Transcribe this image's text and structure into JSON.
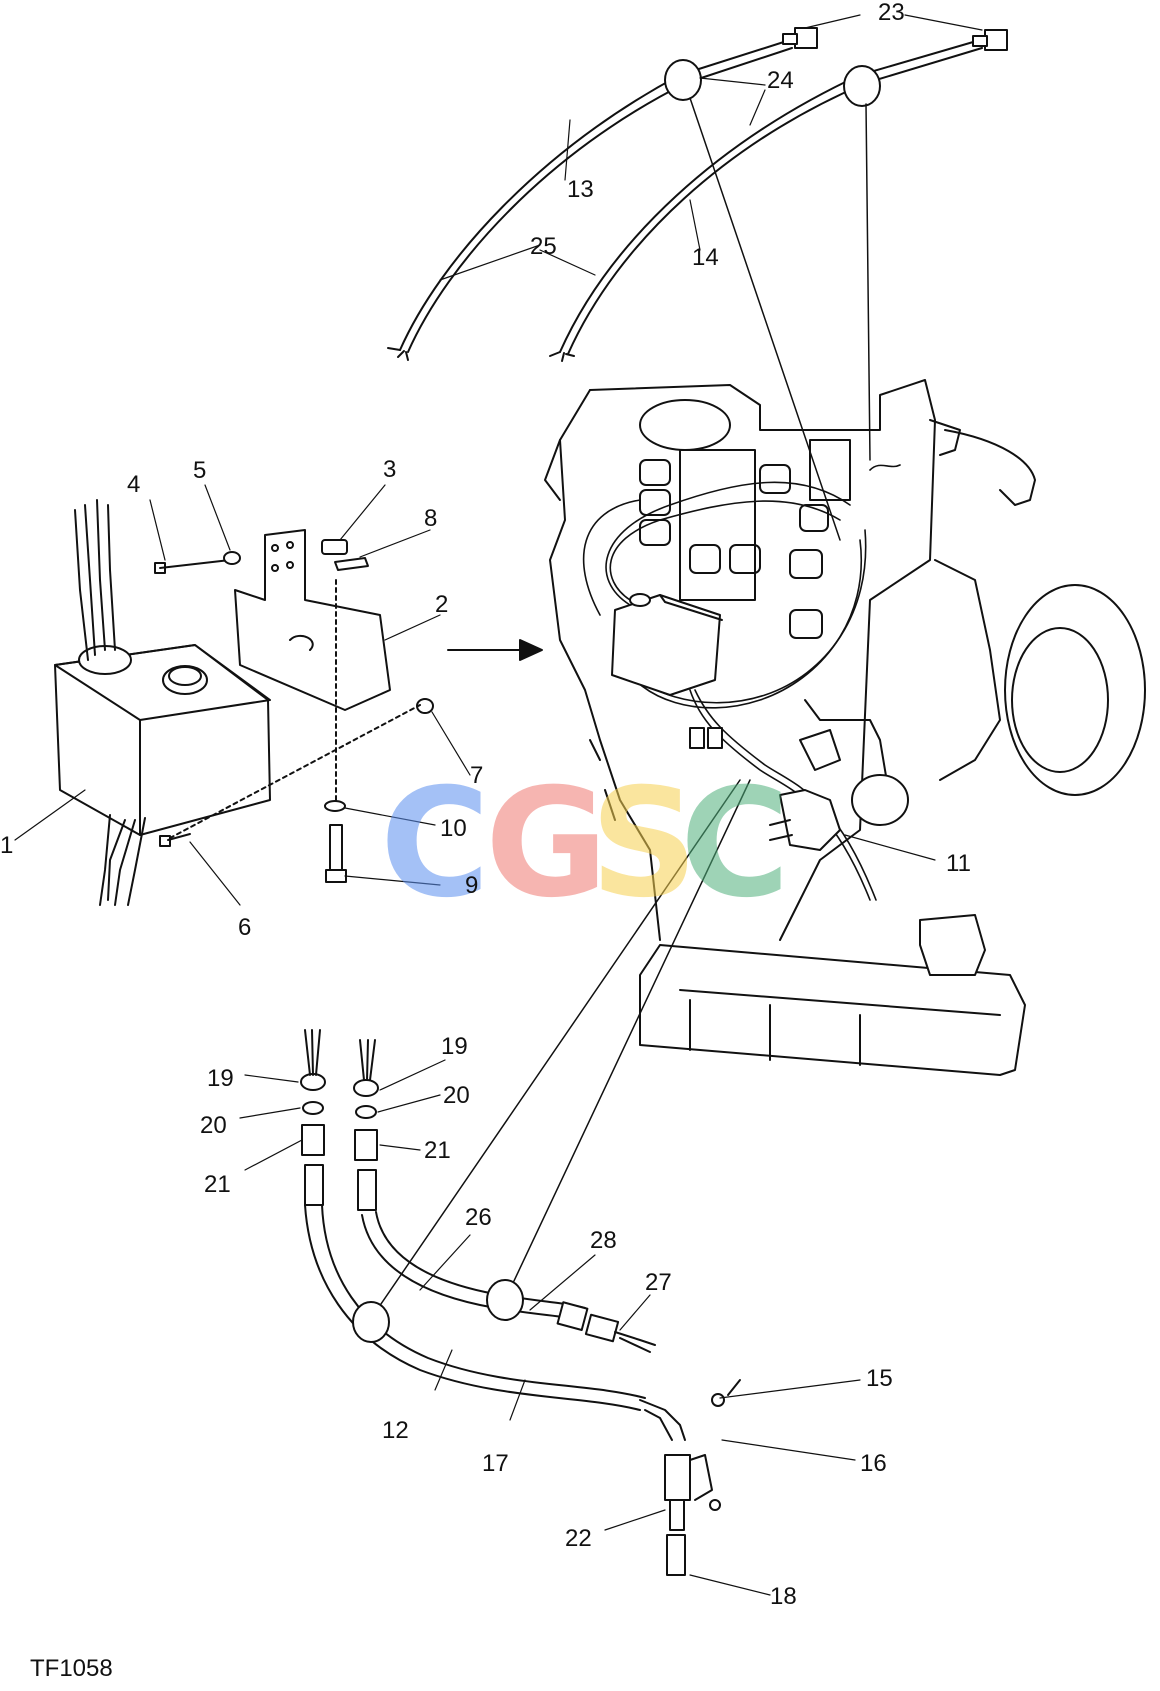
{
  "figure": {
    "code": "TF1058",
    "callouts": [
      "1",
      "2",
      "3",
      "4",
      "5",
      "6",
      "7",
      "8",
      "9",
      "10",
      "11",
      "12",
      "13",
      "14",
      "15",
      "16",
      "17",
      "18",
      "19",
      "19",
      "20",
      "20",
      "21",
      "21",
      "22",
      "23",
      "24",
      "25",
      "26",
      "27",
      "28"
    ]
  },
  "watermark": {
    "letters": [
      "C",
      "G",
      "S",
      "C"
    ],
    "colors": [
      "#5b8ff0",
      "#f07a73",
      "#f7d04f",
      "#4fb07c"
    ]
  },
  "icons": [
    "arrow-right-icon"
  ]
}
